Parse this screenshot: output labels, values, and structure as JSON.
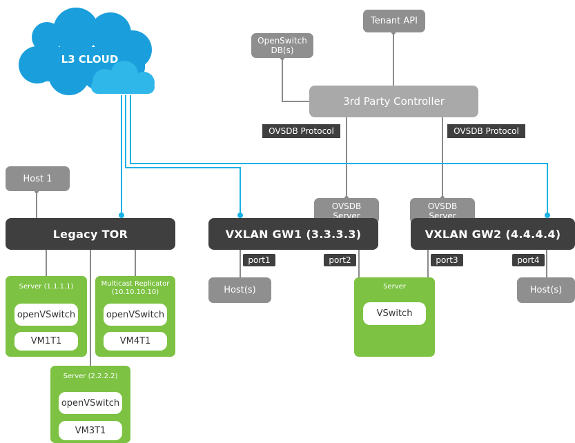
{
  "cloud": {
    "label": "L3 CLOUD"
  },
  "tenant_api": "Tenant API",
  "openswitch_db": "OpenSwitch DB(s)",
  "controller": "3rd Party Controller",
  "ovsdb_protocol_left": "OVSDB Protocol",
  "ovsdb_protocol_right": "OVSDB Protocol",
  "host1": "Host 1",
  "legacy_tor": "Legacy TOR",
  "gw1": {
    "label": "VXLAN GW1 (3.3.3.3)",
    "ovsdb_server": "OVSDB Server"
  },
  "gw2": {
    "label": "VXLAN GW2 (4.4.4.4)",
    "ovsdb_server": "OVSDB Server"
  },
  "ports": [
    "port1",
    "port2",
    "port3",
    "port4"
  ],
  "hosts_left": "Host(s)",
  "hosts_right": "Host(s)",
  "server1": {
    "title": "Server (1.1.1.1)",
    "switch": "openVSwitch",
    "vm": "VM1T1"
  },
  "replicator": {
    "title": "Multicast Replicator (10.10.10.10)",
    "switch": "openVSwitch",
    "vm": "VM4T1"
  },
  "server2": {
    "title": "Server (2.2.2.2)",
    "switch": "openVSwitch",
    "vm": "VM3T1"
  },
  "server_vswitch": {
    "title": "Server",
    "switch": "VSwitch"
  },
  "colors": {
    "cyan": "#1ab1e4",
    "cloud": "#1a9fdc",
    "dark": "#3f3f3f",
    "grey": "#8f8f8f",
    "green": "#7dc243"
  }
}
